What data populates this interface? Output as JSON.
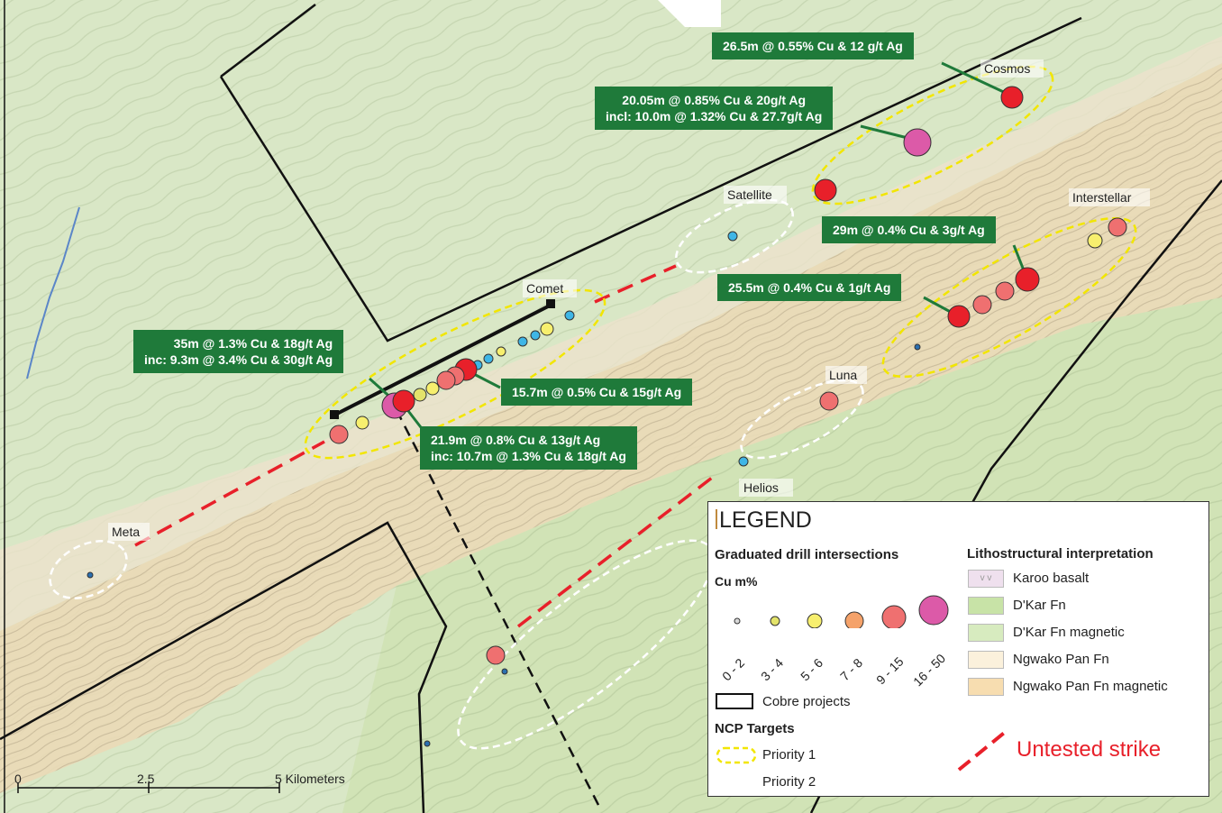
{
  "targets": {
    "cosmos": "Cosmos",
    "satellite": "Satellite",
    "interstellar": "Interstellar",
    "comet": "Comet",
    "luna": "Luna",
    "helios": "Helios",
    "meta": "Meta"
  },
  "callouts": {
    "c1": {
      "l1": "26.5m @ 0.55% Cu & 12 g/t Ag"
    },
    "c2": {
      "l1": "20.05m @ 0.85% Cu & 20g/t Ag",
      "l2": "incl: 10.0m @ 1.32% Cu & 27.7g/t Ag"
    },
    "c3": {
      "l1": "29m @ 0.4% Cu & 3g/t Ag"
    },
    "c4": {
      "l1": "25.5m @ 0.4% Cu & 1g/t Ag"
    },
    "c5": {
      "l1": "35m @ 1.3% Cu & 18g/t Ag",
      "l2": "inc: 9.3m @ 3.4% Cu & 30g/t Ag"
    },
    "c6": {
      "l1": "15.7m @ 0.5% Cu & 15g/t Ag"
    },
    "c7": {
      "l1": "21.9m @ 0.8% Cu & 13g/t Ag",
      "l2": "inc: 10.7m @ 1.3% Cu & 18g/t Ag"
    }
  },
  "legend": {
    "title": "LEGEND",
    "drill_heading": "Graduated drill intersections",
    "cu_heading": "Cu m%",
    "classes": [
      {
        "label": "0 - 2",
        "color": "#d9d9d9"
      },
      {
        "label": "3 - 4",
        "color": "#e3e36a"
      },
      {
        "label": "5 - 6",
        "color": "#f7ef6e"
      },
      {
        "label": "7 - 8",
        "color": "#f5a26a"
      },
      {
        "label": "9 - 15",
        "color": "#ef7070"
      },
      {
        "label": "16 - 50",
        "color": "#dc5aa8"
      }
    ],
    "litho_heading": "Lithostructural interpretation",
    "litho": [
      {
        "label": "Karoo basalt",
        "color": "#efe0ee"
      },
      {
        "label": "D'Kar Fn",
        "color": "#c8e3a7"
      },
      {
        "label": "D'Kar Fn magnetic",
        "color": "#d7ebbf"
      },
      {
        "label": "Ngwako Pan Fn",
        "color": "#fbf1dc"
      },
      {
        "label": "Ngwako Pan Fn magnetic",
        "color": "#f7ddb0"
      }
    ],
    "cobre": "Cobre projects",
    "ncp_heading": "NCP Targets",
    "priority1": "Priority 1",
    "priority2": "Priority 2",
    "untested": "Untested strike"
  },
  "scale": {
    "t0": "0",
    "t1": "2.5",
    "t2": "5 Kilometers"
  },
  "colors": {
    "callout_bg": "#1f7a3a",
    "untested": "#e8202a",
    "priority1": "#f2e600",
    "priority2": "#ffffff"
  }
}
